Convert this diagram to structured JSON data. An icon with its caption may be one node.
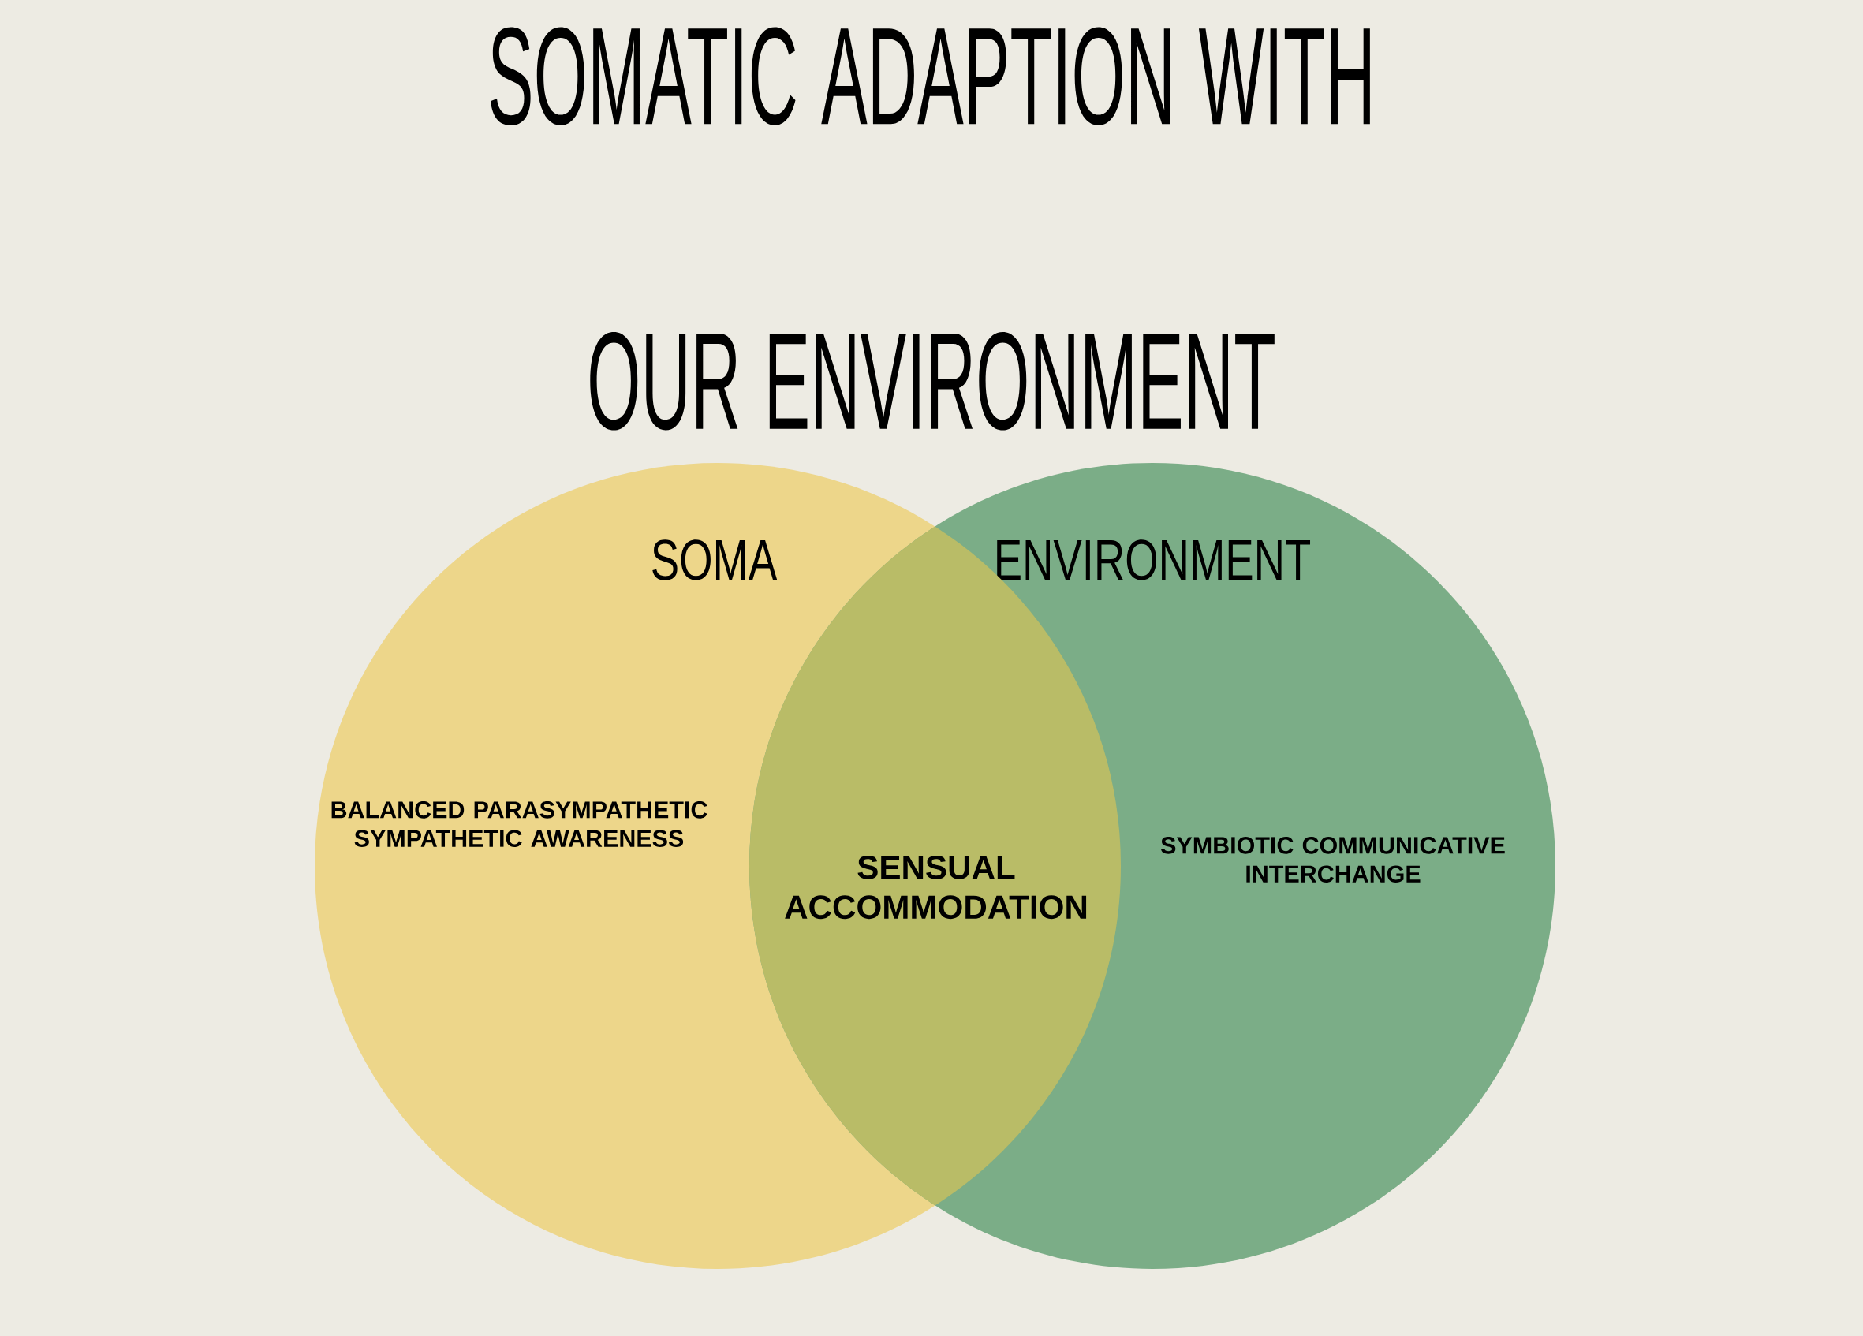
{
  "diagram": {
    "title": "SOMATIC ADAPTION WITH OUR ENVIRONMENT",
    "nodes": [
      {
        "text": [
          "SOMA",
          "BALANCED PARASYMPATHETIC SYMPATHETIC AWARENESS"
        ]
      },
      {
        "text": [
          "ENVIRONMENT",
          "SYMBIOTIC COMMUNICATIVE INTERCHANGE"
        ]
      },
      {
        "text": [
          "SENSUAL ACCOMMODATION"
        ]
      }
    ]
  }
}
